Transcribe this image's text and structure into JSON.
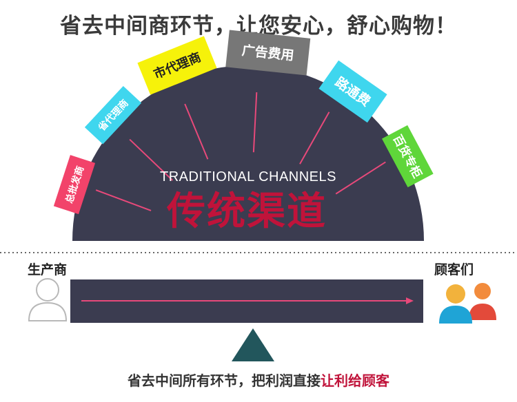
{
  "headline": "省去中间商环节，让您安心，舒心购物！",
  "arch": {
    "english": "TRADITIONAL CHANNELS",
    "chinese": "传统渠道"
  },
  "channels": [
    {
      "label": "总批发商",
      "color": "#f2436a"
    },
    {
      "label": "省代理商",
      "color": "#3fd6ee"
    },
    {
      "label": "市代理商",
      "color": "#f6f20a"
    },
    {
      "label": "广告费用",
      "color": "#777777"
    },
    {
      "label": "路通费",
      "color": "#3fd6ee"
    },
    {
      "label": "百货专柜",
      "color": "#5fd63a"
    }
  ],
  "left_label": "生产商",
  "right_label": "顾客们",
  "bottom": {
    "part1": "省去中间所有环节，把利润直接",
    "highlight": "让利给顾客"
  },
  "colors": {
    "arch_fill": "#3b3c50",
    "arch_text": "#c0133a",
    "arrow": "#e8497a",
    "fulcrum": "#22565c",
    "bar": "#3b3c50"
  }
}
